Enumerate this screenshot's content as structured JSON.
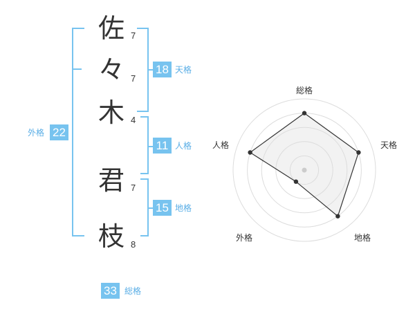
{
  "name": {
    "chars": [
      {
        "char": "佐",
        "strokes": "7"
      },
      {
        "char": "々",
        "strokes": "7"
      },
      {
        "char": "木",
        "strokes": "4"
      },
      {
        "char": "君",
        "strokes": "7"
      },
      {
        "char": "枝",
        "strokes": "8"
      }
    ]
  },
  "kakusuu": {
    "tenkaku": {
      "value": "18",
      "label": "天格"
    },
    "jinkaku": {
      "value": "11",
      "label": "人格"
    },
    "chikaku": {
      "value": "15",
      "label": "地格"
    },
    "gaikaku": {
      "value": "22",
      "label": "外格"
    },
    "soukaku": {
      "value": "33",
      "label": "総格"
    }
  },
  "colors": {
    "accent": "#77c3ef",
    "label_accent": "#5aaee6",
    "text": "#333333",
    "polygon_fill": "#f0f0f0"
  },
  "chart_data": {
    "type": "radar",
    "axes": [
      "総格",
      "天格",
      "地格",
      "外格",
      "人格"
    ],
    "values": [
      4,
      4,
      4,
      1,
      4
    ],
    "rmax": 5,
    "rings": 5
  }
}
